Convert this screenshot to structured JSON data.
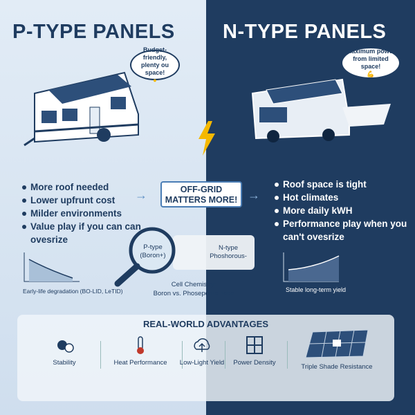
{
  "left": {
    "title": "P-TYPE PANELS",
    "bubble": [
      "Budget-friendly,",
      "plenty ou space!"
    ],
    "bullets": [
      "More roof needed",
      "Lower upfrunt cost",
      "Milder environments",
      "Value play if you can can ovesrize"
    ],
    "graph_caption": "Early-life degradation (BO-LID, LeTID)"
  },
  "right": {
    "title": "N-TYPE PANELS",
    "bubble": [
      "Maximum power",
      "from limited space!"
    ],
    "bullets": [
      "Roof space is tight",
      "Hot climates",
      "More daily kWH",
      "Performance play when you can't ovesrize"
    ],
    "graph_caption": "Stable long-term yield"
  },
  "center": {
    "callout": [
      "OFF-GRID",
      "MATTERS MORE!"
    ],
    "p_label": [
      "P-type",
      "(Boron+)"
    ],
    "n_label": [
      "N-type",
      "Phoshorous-"
    ],
    "caption": [
      "Cell Chemistry:",
      "Boron vs. Phoseporus base"
    ]
  },
  "advantages": {
    "title": "REAL-WORLD ADVANTAGES",
    "items": [
      {
        "label": "Stability",
        "icon": "sun-clock-icon"
      },
      {
        "label": "Heat Performance",
        "icon": "thermometer-icon"
      },
      {
        "label": "Low-Light Yield",
        "icon": "cloud-upload-icon"
      },
      {
        "label": "Power Density",
        "icon": "grid-icon"
      },
      {
        "label": "Triple Shade Resistance",
        "icon": "solar-panel-lock-icon"
      }
    ]
  },
  "colors": {
    "navy": "#1f3c60",
    "light": "#dce8f3",
    "accent": "#f5b800"
  }
}
